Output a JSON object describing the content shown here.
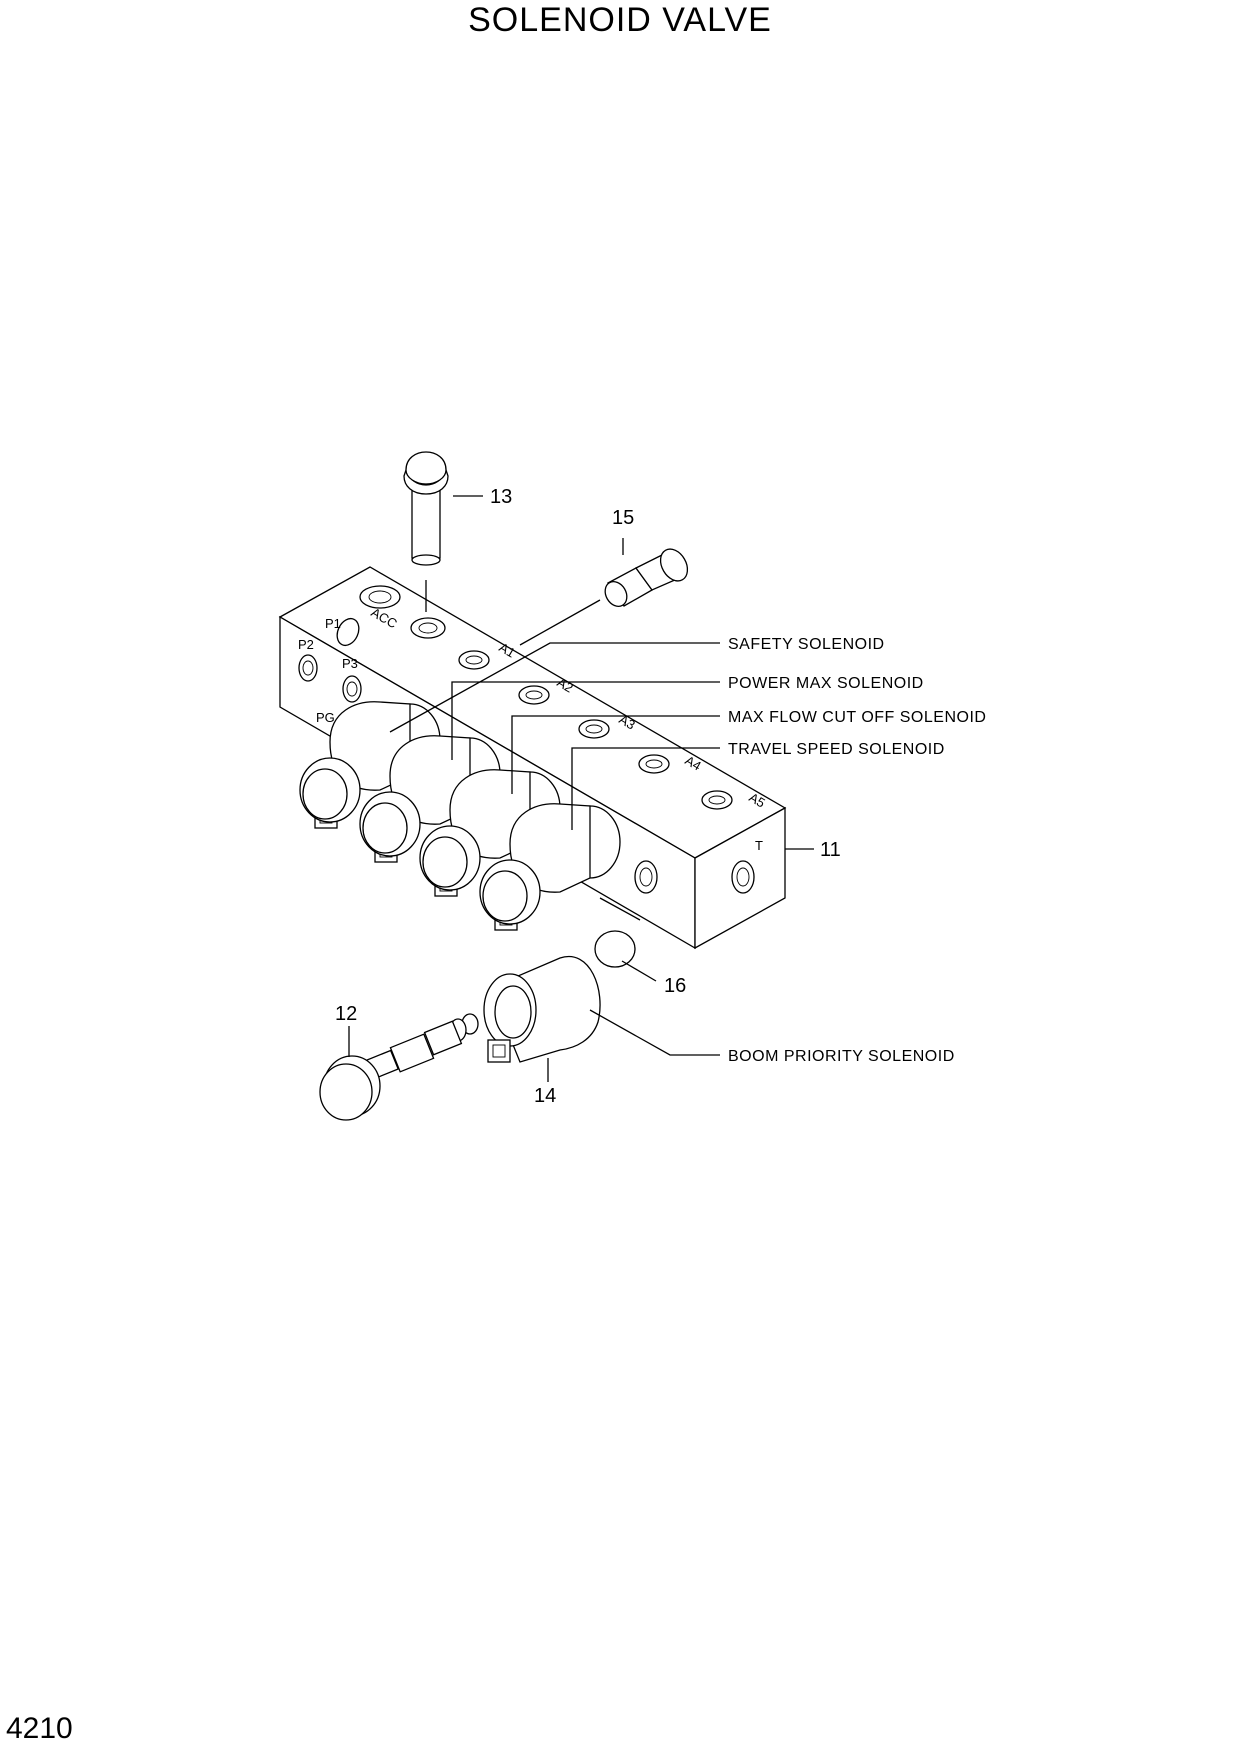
{
  "page": {
    "title": "SOLENOID VALVE",
    "page_number": "4210"
  },
  "callouts": {
    "c11": "11",
    "c12": "12",
    "c13": "13",
    "c14": "14",
    "c15": "15",
    "c16": "16"
  },
  "labels": {
    "safety": "SAFETY SOLENOID",
    "power_max": "POWER MAX SOLENOID",
    "max_flow": "MAX FLOW CUT OFF SOLENOID",
    "travel_speed": "TRAVEL SPEED SOLENOID",
    "boom_priority": "BOOM PRIORITY SOLENOID"
  },
  "ports": {
    "p1": "P1",
    "p2": "P2",
    "p3": "P3",
    "pg": "PG",
    "acc": "ACC",
    "a1": "A1",
    "a2": "A2",
    "a3": "A3",
    "a4": "A4",
    "a5": "A5",
    "t": "T"
  }
}
